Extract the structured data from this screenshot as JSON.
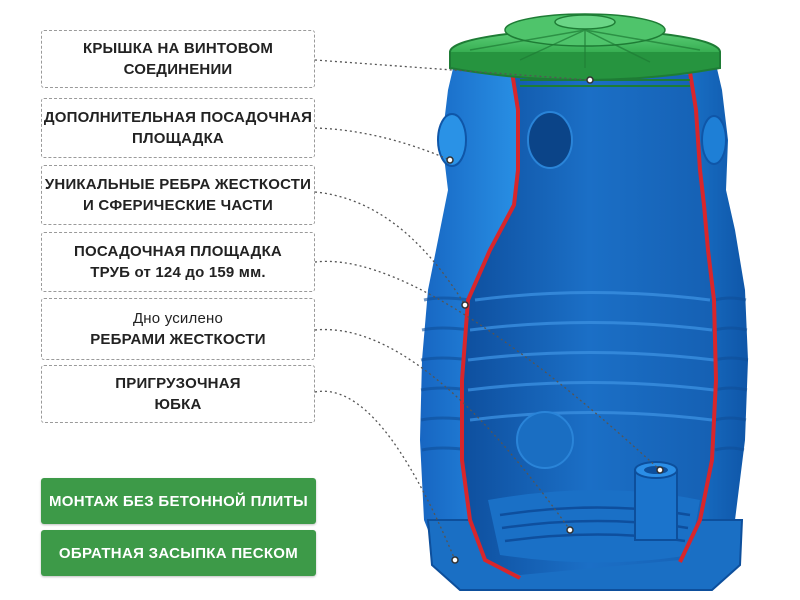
{
  "callouts": [
    {
      "lines": [
        "КРЫШКА НА ВИНТОВОМ",
        "СОЕДИНЕНИИ"
      ]
    },
    {
      "lines": [
        "ДОПОЛНИТЕЛЬНАЯ ПОСАДОЧНАЯ",
        "ПЛОЩАДКА"
      ]
    },
    {
      "lines": [
        "УНИКАЛЬНЫЕ РЕБРА ЖЕСТКОСТИ",
        "И СФЕРИЧЕСКИЕ ЧАСТИ"
      ]
    },
    {
      "lines": [
        "ПОСАДОЧНАЯ ПЛОЩАДКА",
        "ТРУБ от 124 до 159 мм."
      ]
    },
    {
      "lines": [
        "Дно усилено",
        "РЕБРАМИ ЖЕСТКОСТИ"
      ]
    },
    {
      "lines": [
        "ПРИГРУЗОЧНАЯ",
        "ЮБКА"
      ]
    }
  ],
  "buttons": {
    "no_concrete_slab": "МОНТАЖ БЕЗ БЕТОННОЙ ПЛИТЫ",
    "sand_backfill": "ОБРАТНАЯ ЗАСЫПКА ПЕСКОМ"
  },
  "colors": {
    "tank_blue": "#1e7fd6",
    "tank_dark": "#0d4f9c",
    "lid_green": "#2fa84a",
    "cut_red": "#d8262b",
    "button_green": "#3d9a48"
  }
}
